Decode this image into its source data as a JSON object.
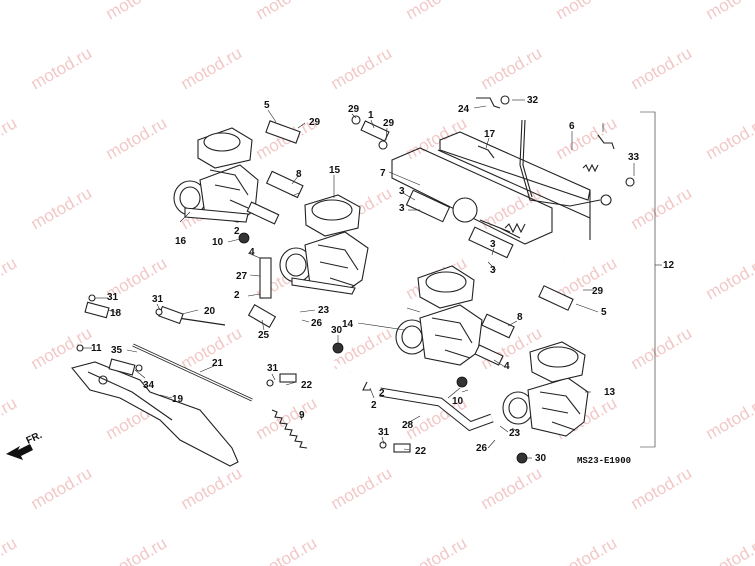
{
  "watermark": "motod.ru",
  "diagram_code": "MS23-E1900",
  "direction_label": "FR.",
  "callouts": [
    "1",
    "2",
    "3",
    "4",
    "5",
    "6",
    "8",
    "9",
    "10",
    "11",
    "12",
    "13",
    "14",
    "15",
    "16",
    "17",
    "18",
    "19",
    "20",
    "21",
    "22",
    "23",
    "24",
    "25",
    "26",
    "27",
    "28",
    "29",
    "30",
    "31",
    "32",
    "33",
    "34",
    "35",
    "7"
  ]
}
